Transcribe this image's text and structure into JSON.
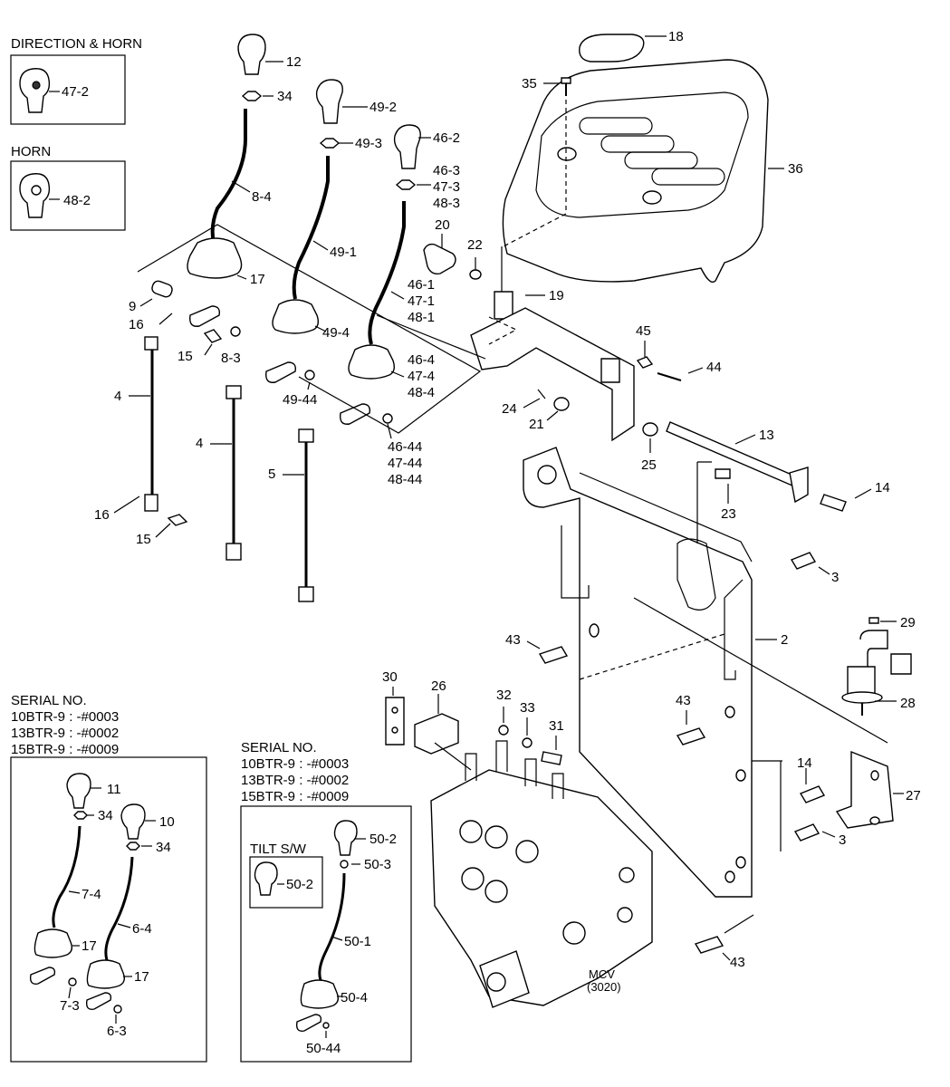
{
  "insets": {
    "direction_horn": {
      "title": "DIRECTION & HORN",
      "label": "47-2"
    },
    "horn": {
      "title": "HORN",
      "label": "48-2"
    },
    "serial_left": {
      "title": "SERIAL NO.",
      "lines": [
        "10BTR-9 : -#0003",
        "13BTR-9 : -#0002",
        "15BTR-9 : -#0009"
      ],
      "labels": [
        "11",
        "34",
        "10",
        "34",
        "7-4",
        "6-4",
        "17",
        "17",
        "7-3",
        "6-3"
      ]
    },
    "serial_mid": {
      "title": "SERIAL NO.",
      "lines": [
        "10BTR-9 : -#0003",
        "13BTR-9 : -#0002",
        "15BTR-9 : -#0009"
      ],
      "tilt_title": "TILT S/W",
      "tilt_label": "50-2",
      "labels": [
        "50-2",
        "50-3",
        "50-1",
        "50-4",
        "50-44"
      ]
    }
  },
  "mcv": {
    "name": "MCV",
    "code": "(3020)"
  },
  "part_labels": [
    "12",
    "34",
    "49-2",
    "49-3",
    "46-2",
    "46-3",
    "47-3",
    "48-3",
    "8-4",
    "49-1",
    "17",
    "20",
    "22",
    "9",
    "16",
    "15",
    "8-3",
    "49-4",
    "46-1",
    "47-1",
    "48-1",
    "46-4",
    "47-4",
    "48-4",
    "49-44",
    "46-44",
    "47-44",
    "48-44",
    "4",
    "4",
    "5",
    "16",
    "15",
    "18",
    "35",
    "36",
    "19",
    "45",
    "44",
    "24",
    "21",
    "25",
    "13",
    "23",
    "14",
    "3",
    "2",
    "43",
    "29",
    "28",
    "30",
    "26",
    "32",
    "33",
    "31",
    "43",
    "14",
    "27",
    "3",
    "43"
  ]
}
